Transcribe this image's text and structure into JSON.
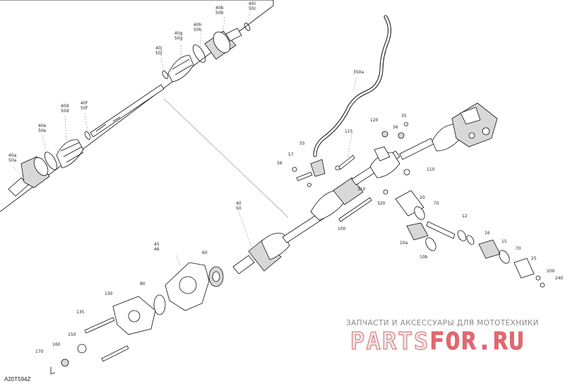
{
  "diagram": {
    "reference_code": "A20T594Z",
    "labels": {
      "l40c": [
        "40c",
        "50c"
      ],
      "l40b": [
        "40b",
        "50b"
      ],
      "l40h": [
        "40h",
        "50h"
      ],
      "l40g": [
        "40g",
        "50g"
      ],
      "l40j": [
        "40j",
        "50j"
      ],
      "l40f": [
        "40f",
        "50f"
      ],
      "l40d": [
        "40d",
        "50d"
      ],
      "l40e": [
        "40e",
        "50e"
      ],
      "l40a": [
        "40a",
        "50a"
      ],
      "l350a": [
        "350a"
      ],
      "l120": [
        "120"
      ],
      "l35": [
        "35"
      ],
      "l36": [
        "36"
      ],
      "l115": [
        "115"
      ],
      "l55": [
        "55"
      ],
      "l57": [
        "57"
      ],
      "l56": [
        "56"
      ],
      "l110": [
        "110"
      ],
      "l310": [
        "310"
      ],
      "l20": [
        "20"
      ],
      "l320": [
        "320"
      ],
      "l70a": [
        "70"
      ],
      "l12": [
        "12"
      ],
      "l40": [
        "40",
        "50"
      ],
      "l100": [
        "100"
      ],
      "l10a": [
        "10a"
      ],
      "l10b": [
        "10b"
      ],
      "l16": [
        "16"
      ],
      "l15": [
        "15"
      ],
      "l70b": [
        "70"
      ],
      "l25": [
        "25"
      ],
      "l200": [
        "200"
      ],
      "l240": [
        "240"
      ],
      "l45": [
        "45",
        "46"
      ],
      "l60": [
        "60"
      ],
      "l80": [
        "80"
      ],
      "l130": [
        "130"
      ],
      "l135": [
        "135"
      ],
      "l150": [
        "150"
      ],
      "l160": [
        "160"
      ],
      "l170": [
        "170"
      ]
    }
  },
  "watermark": {
    "tagline": "ЗАПЧАСТИ И АКСЕССУАРЫ ДЛЯ МОТОТЕХНИКИ",
    "logo_main": "PARTS",
    "logo_accent": "FOR.RU"
  },
  "colors": {
    "line": "#111111",
    "watermark_red": "#e0686e",
    "watermark_gray": "#8a8a8a"
  }
}
